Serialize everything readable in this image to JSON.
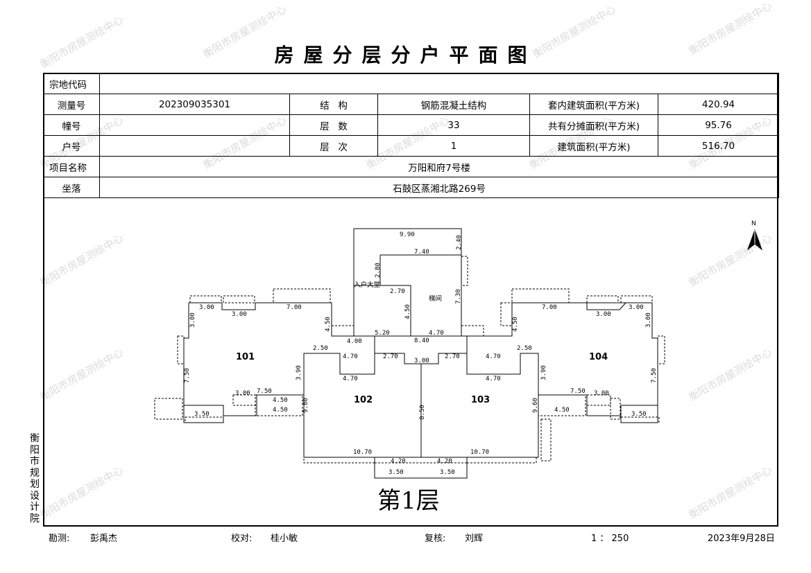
{
  "title": "房屋分层分户平面图",
  "info": {
    "rows": [
      {
        "label": "宗地代码",
        "value": ""
      },
      {
        "label": "测量号",
        "value": "202309035301",
        "l2": "结   构",
        "v2": "钢筋混凝土结构",
        "l3": "套内建筑面积(平方米)",
        "v3": "420.94"
      },
      {
        "label": "幢号",
        "value": "",
        "l2": "层   数",
        "v2": "33",
        "l3": "共有分摊面积(平方米)",
        "v3": "95.76"
      },
      {
        "label": "户号",
        "value": "",
        "l2": "层   次",
        "v2": "1",
        "l3": "建筑面积(平方米)",
        "v3": "516.70"
      },
      {
        "label": "项目名称",
        "value": "万阳和府7号楼"
      },
      {
        "label": "坐落",
        "value": "石鼓区蒸湘北路269号"
      }
    ]
  },
  "plan": {
    "floor_label": "第1层",
    "north": "N",
    "units": [
      "101",
      "102",
      "103",
      "104"
    ],
    "rooms": [
      "入户大堂",
      "梯间"
    ],
    "dims": [
      "9.90",
      "7.40",
      "2.40",
      "2.80",
      "2.70",
      "4.50",
      "7.30",
      "5.20",
      "4.70",
      "8.40",
      "4.00",
      "4.70",
      "2.50",
      "2.70",
      "3.00",
      "2.70",
      "4.70",
      "2.50",
      "3.90",
      "4.70",
      "4.70",
      "3.90",
      "3.00",
      "7.00",
      "3.00",
      "4.50",
      "7.00",
      "3.00",
      "3.00",
      "4.50",
      "3.00",
      "3.00",
      "7.50",
      "7.50",
      "3.00",
      "7.50",
      "4.50",
      "4.50",
      "3.50",
      "9.60",
      "8.50",
      "9.60",
      "7.50",
      "3.00",
      "4.50",
      "3.50",
      "10.70",
      "10.70",
      "4.20",
      "4.20",
      "3.50",
      "3.50"
    ]
  },
  "side_label": "衡阳市规划设计院",
  "footer": {
    "survey_label": "勘测:",
    "survey_name": "彭禹杰",
    "check_label": "校对:",
    "check_name": "桂小敏",
    "review_label": "复核:",
    "review_name": "刘辉",
    "scale": "1 ： 250",
    "date": "2023年9月28日"
  },
  "watermark": "衡阳市房屋测绘中心"
}
